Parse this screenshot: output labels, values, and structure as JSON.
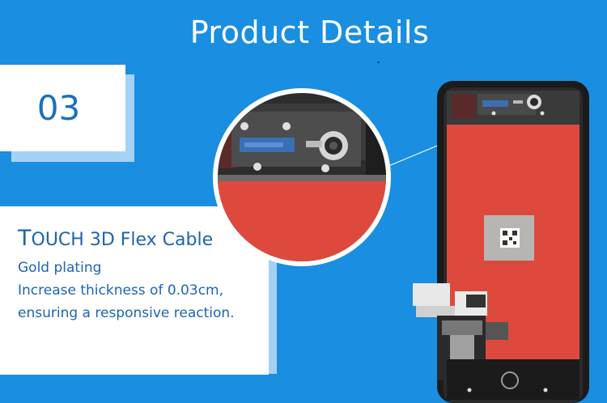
{
  "header": {
    "title": "Product Details"
  },
  "badge": {
    "number": "03"
  },
  "feature": {
    "title_first_letter": "T",
    "title_rest": "OUCH 3D Flex Cable",
    "lines": [
      "Gold plating",
      "Increase thickness of 0.03cm,",
      "ensuring a responsive reaction."
    ]
  },
  "colors": {
    "background": "#1a8ee0",
    "accent_text": "#1d64b0",
    "screen_red": "#dd4a3d",
    "phone_frame": "#1b1b1b"
  },
  "icons": {
    "qr": "qr-code-icon",
    "camera": "front-camera-icon",
    "flex": "flex-cable-icon"
  }
}
